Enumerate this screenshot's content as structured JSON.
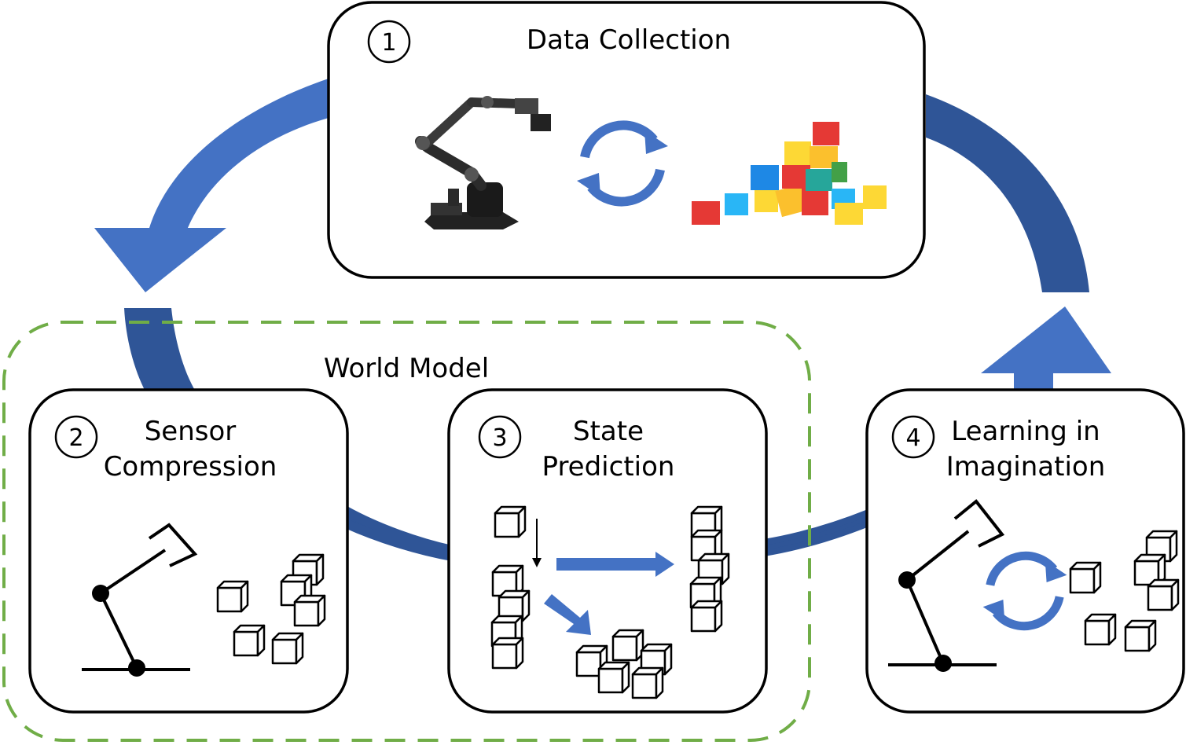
{
  "colors": {
    "arrow_blue": "#4472C4",
    "arrow_dark": "#2F5597",
    "world_model_border": "#70AD47",
    "text": "#000000"
  },
  "world_model": {
    "label": "World Model"
  },
  "steps": [
    {
      "number": "1",
      "title_lines": [
        "Data Collection"
      ]
    },
    {
      "number": "2",
      "title_lines": [
        "Sensor",
        "Compression"
      ]
    },
    {
      "number": "3",
      "title_lines": [
        "State",
        "Prediction"
      ]
    },
    {
      "number": "4",
      "title_lines": [
        "Learning in",
        "Imagination"
      ]
    }
  ],
  "icons": {
    "robot_photo": "robot-arm-photo-icon",
    "blocks_photo": "toy-blocks-photo-icon",
    "cycle": "cycle-arrows-icon",
    "robot_sketch": "robot-arm-sketch-icon",
    "cube": "cube-icon",
    "forward_arrow": "prediction-arrow-icon"
  }
}
